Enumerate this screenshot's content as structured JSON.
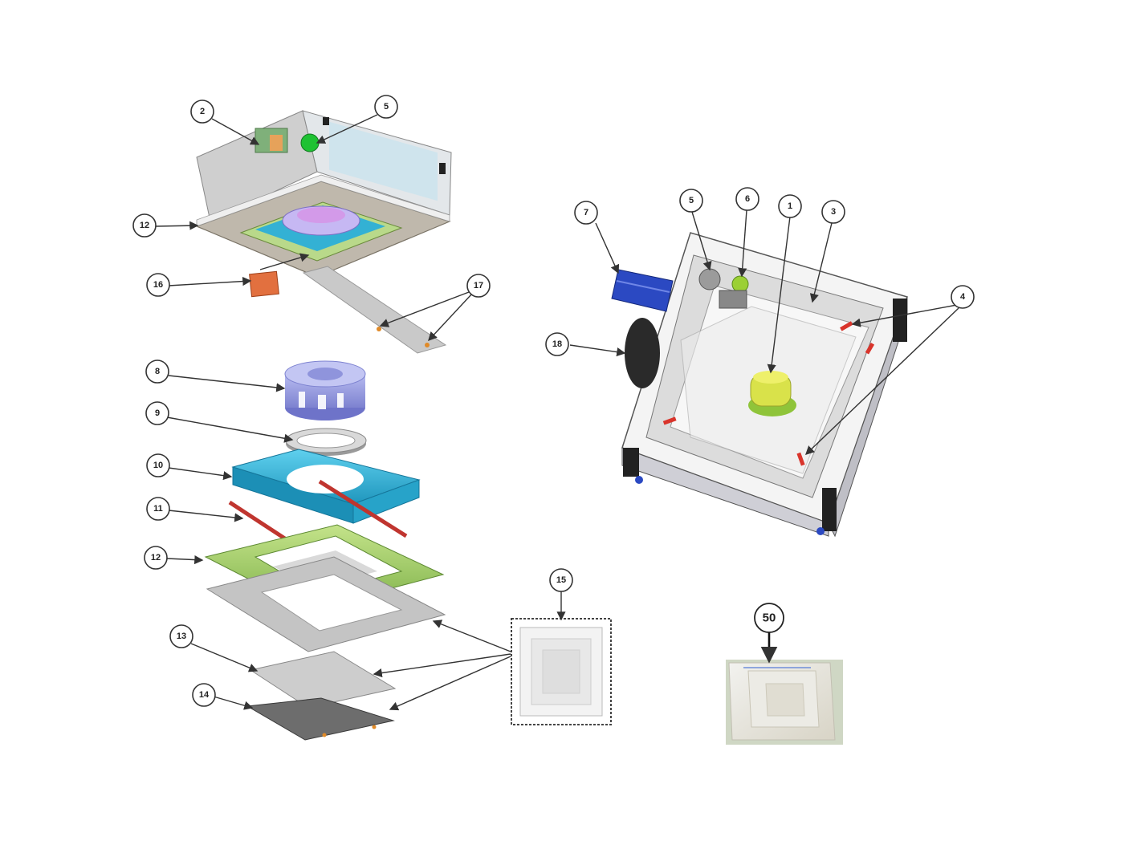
{
  "diagram": {
    "callouts": {
      "c2": "2",
      "c5a": "5",
      "c12a": "12",
      "c16": "16",
      "c17": "17",
      "c8": "8",
      "c9": "9",
      "c10": "10",
      "c11": "11",
      "c12b": "12",
      "c13": "13",
      "c14": "14",
      "c15": "15",
      "c7": "7",
      "c5b": "5",
      "c6": "6",
      "c1": "1",
      "c3": "3",
      "c4": "4",
      "c18": "18",
      "c50": "50"
    },
    "colors": {
      "housing": "#d8d8d8",
      "housing_dark": "#a9a9a9",
      "fan_blower": "#9a9fe0",
      "drain_pan": "#3bb7d9",
      "filter_frame": "#a8d26b",
      "filter_red": "#c0352f",
      "motor_yellow": "#d9e24a",
      "blue_part": "#2b49c2",
      "callout_stroke": "#333333"
    }
  }
}
